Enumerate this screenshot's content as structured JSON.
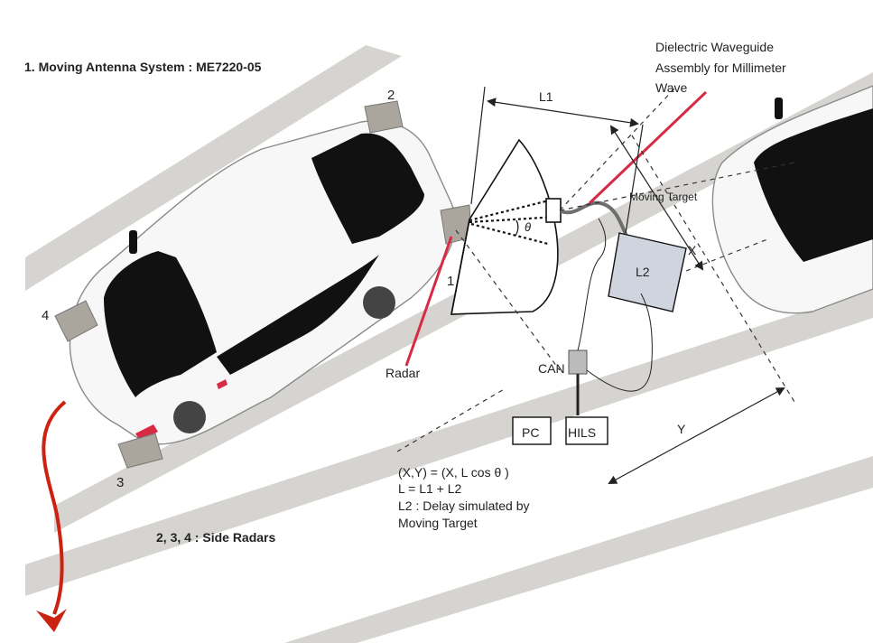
{
  "title": "1. Moving Antenna System : ME7220-05",
  "waveguide_label_lines": [
    "Dielectric Waveguide",
    "Assembly for Millimeter",
    "Wave"
  ],
  "labels": {
    "l1": "L1",
    "l2": "L2",
    "x": "X",
    "y": "Y",
    "theta": "θ",
    "moving_target": "Moving Target",
    "can": "CAN",
    "pc": "PC",
    "hils": "HILS",
    "radar": "Radar",
    "sensor_1": "1",
    "sensor_2": "2",
    "sensor_3": "3",
    "sensor_4": "4"
  },
  "formula_lines": [
    "(X,Y) = (X, L cos θ )",
    "L = L1 + L2",
    "L2 : Delay simulated by",
    "Moving Target"
  ],
  "side_radars": "2, 3, 4 : Side Radars",
  "colors": {
    "road": "#d6d4d0",
    "car_body": "#f7f7f7",
    "car_outline": "#8a8a8a",
    "glass": "#111111",
    "sensor": "#aaa69e",
    "waveguide": "#d62a45",
    "arrow": "#cc2211",
    "target_box": "#cfd4de",
    "cable": "#6e6e6e"
  }
}
